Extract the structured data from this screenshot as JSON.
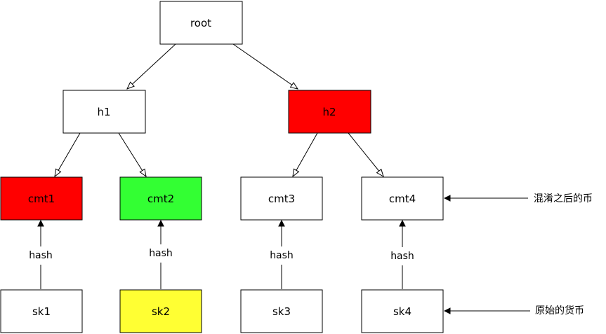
{
  "colors": {
    "stroke": "#000000",
    "default_fill": "#ffffff",
    "red": "#ff0000",
    "green": "#33ff33",
    "yellow": "#ffff33"
  },
  "nodes": {
    "root": {
      "label": "root",
      "fill": "#ffffff"
    },
    "h1": {
      "label": "h1",
      "fill": "#ffffff"
    },
    "h2": {
      "label": "h2",
      "fill": "#ff0000"
    },
    "cmt1": {
      "label": "cmt1",
      "fill": "#ff0000"
    },
    "cmt2": {
      "label": "cmt2",
      "fill": "#33ff33"
    },
    "cmt3": {
      "label": "cmt3",
      "fill": "#ffffff"
    },
    "cmt4": {
      "label": "cmt4",
      "fill": "#ffffff"
    },
    "sk1": {
      "label": "sk1",
      "fill": "#ffffff"
    },
    "sk2": {
      "label": "sk2",
      "fill": "#ffff33"
    },
    "sk3": {
      "label": "sk3",
      "fill": "#ffffff"
    },
    "sk4": {
      "label": "sk4",
      "fill": "#ffffff"
    }
  },
  "edge_label": "hash",
  "annotations": {
    "mixed_coin": "混淆之后的币",
    "original_coin": "原始的货币"
  }
}
